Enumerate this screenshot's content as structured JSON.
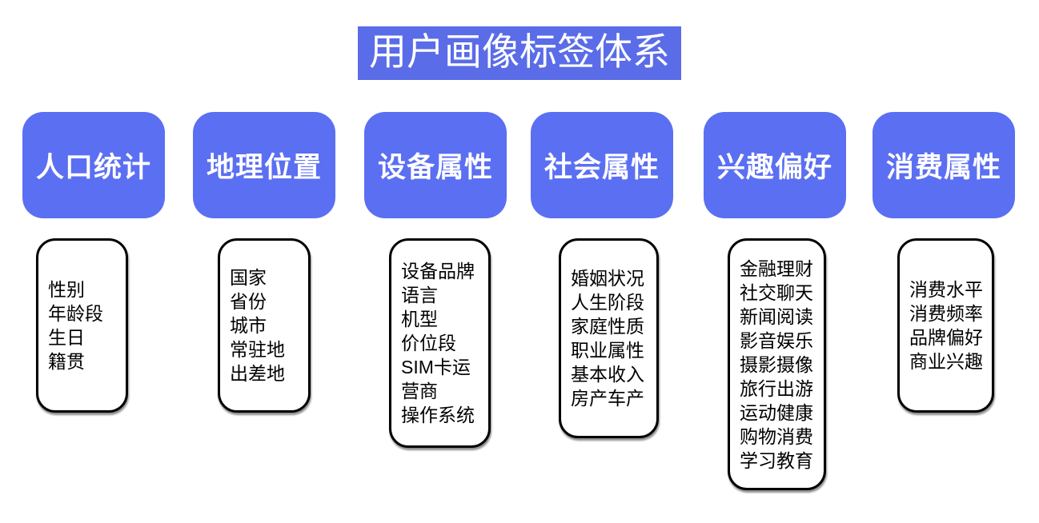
{
  "title": "用户画像标签体系",
  "colors": {
    "category_blue": "#5b6ff2",
    "title_blue": "#5a6ce8",
    "box_border": "#000000",
    "header_text": "#ffffff",
    "item_text": "#000000",
    "background": "#ffffff"
  },
  "columns": [
    {
      "label": "人口统计",
      "items": [
        "性别",
        "年龄段",
        "生日",
        "籍贯"
      ]
    },
    {
      "label": "地理位置",
      "items": [
        "国家",
        "省份",
        "城市",
        "常驻地",
        "出差地"
      ]
    },
    {
      "label": "设备属性",
      "items": [
        "设备品牌",
        "语言",
        "机型",
        "价位段",
        "SIM卡运营商",
        "操作系统"
      ]
    },
    {
      "label": "社会属性",
      "items": [
        "婚姻状况",
        "人生阶段",
        "家庭性质",
        "职业属性",
        "基本收入",
        "房产车产"
      ]
    },
    {
      "label": "兴趣偏好",
      "items": [
        "金融理财",
        "社交聊天",
        "新闻阅读",
        "影音娱乐",
        "摄影摄像",
        "旅行出游",
        "运动健康",
        "购物消费",
        "学习教育"
      ]
    },
    {
      "label": "消费属性",
      "items": [
        "消费水平",
        "消费频率",
        "品牌偏好",
        "商业兴趣"
      ]
    }
  ]
}
